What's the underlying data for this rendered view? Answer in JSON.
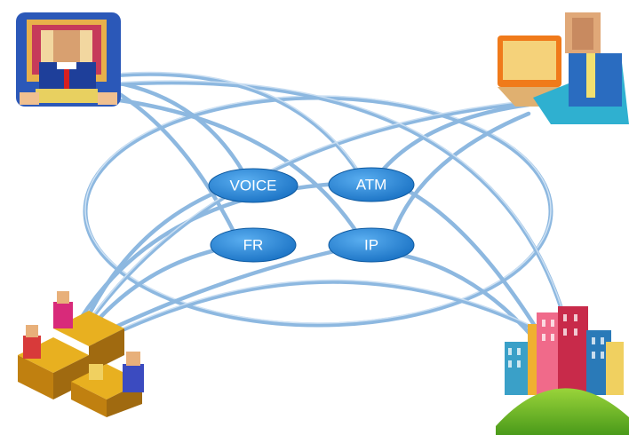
{
  "nodes": {
    "voice": "VOICE",
    "atm": "ATM",
    "fr": "FR",
    "ip": "IP"
  },
  "colors": {
    "link": "#8db8e0",
    "node_fill": "#1f7fd4",
    "node_text": "#ffffff"
  },
  "icons": {
    "top_left": "person-at-desktop-computer-icon",
    "top_right": "person-at-laptop-icon",
    "bottom_left": "office-workers-in-cubicles-icon",
    "bottom_right": "city-buildings-on-hill-icon"
  }
}
